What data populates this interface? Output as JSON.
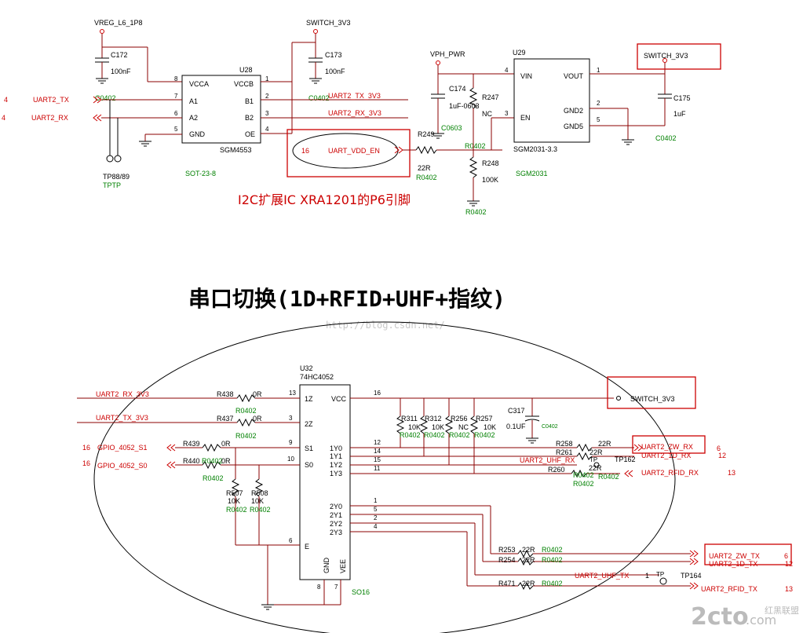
{
  "annotation": "I2C扩展IC XRA1201的P6引脚",
  "title": "串口切换(1D+RFID+UHF+指纹)",
  "watermark": "http://blog.csdn.net/",
  "logo": {
    "mark": "2cto",
    "suffix": ".com",
    "cn": "红黑联盟"
  },
  "top": {
    "nets": {
      "vreg": "VREG_L6_1P8",
      "switch": "SWITCH_3V3",
      "switch_box": "SWITCH_3V3",
      "vph": "VPH_PWR",
      "uart2_tx": "UART2_TX",
      "uart2_rx": "UART2_RX",
      "uart2_tx_3v3": "UART2_TX_3V3",
      "uart2_rx_3v3": "UART2_RX_3V3",
      "uart_vdd_en": "UART_VDD_EN"
    },
    "sheet_refs": {
      "tx": "4",
      "rx": "4",
      "vdd_en": "16"
    },
    "u28": {
      "ref": "U28",
      "part": "SGM4553",
      "pkg": "SOT-23-8",
      "pins_left": [
        {
          "num": "8",
          "name": "VCCA"
        },
        {
          "num": "7",
          "name": "A1"
        },
        {
          "num": "6",
          "name": "A2"
        },
        {
          "num": "5",
          "name": "GND"
        }
      ],
      "pins_right": [
        {
          "num": "1",
          "name": "VCCB"
        },
        {
          "num": "2",
          "name": "B1"
        },
        {
          "num": "3",
          "name": "B2"
        },
        {
          "num": "4",
          "name": "OE"
        }
      ]
    },
    "u29": {
      "ref": "U29",
      "part": "SGM2031-3.3",
      "pkg": "SGM2031",
      "pins_left": [
        {
          "num": "4",
          "name": "VIN"
        },
        {
          "num": "3",
          "name": "EN"
        }
      ],
      "pins_right": [
        {
          "num": "1",
          "name": "VOUT"
        },
        {
          "num": "2",
          "name": "GND2"
        },
        {
          "num": "5",
          "name": "GND5"
        }
      ]
    },
    "c172": {
      "ref": "C172",
      "val": "100nF",
      "pkg": "C0402"
    },
    "c173": {
      "ref": "C173",
      "val": "100nF",
      "pkg": "C0402"
    },
    "c174": {
      "ref": "C174",
      "val": "1uF-0603",
      "pkg": "C0603"
    },
    "c175": {
      "ref": "C175",
      "val": "1uF",
      "pkg": "C0402"
    },
    "r247": {
      "ref": "R247",
      "val": "NC"
    },
    "r248": {
      "ref": "R248",
      "val": "100K",
      "pkg": "R0402"
    },
    "r249": {
      "ref": "R249",
      "val": "22R",
      "pkg": "R0402"
    },
    "r249_right_pkg": "R0402",
    "tp": {
      "ref": "TP88/89",
      "ref_b": "TPTP"
    }
  },
  "bottom": {
    "u32": {
      "ref": "U32",
      "part": "74HC4052",
      "pkg": "SO16",
      "pins_left": [
        {
          "num": "13",
          "name": "1Z"
        },
        {
          "num": "3",
          "name": "2Z"
        },
        {
          "num": "9",
          "name": "S1"
        },
        {
          "num": "10",
          "name": "S0"
        },
        {
          "num": "6",
          "name": "E"
        }
      ],
      "vcc": {
        "num": "16",
        "name": "VCC"
      },
      "pins_right_1": [
        {
          "num": "12",
          "name": "1Y0"
        },
        {
          "num": "14",
          "name": "1Y1"
        },
        {
          "num": "15",
          "name": "1Y2"
        },
        {
          "num": "11",
          "name": "1Y3"
        }
      ],
      "pins_right_2": [
        {
          "num": "1",
          "name": "2Y0"
        },
        {
          "num": "5",
          "name": "2Y1"
        },
        {
          "num": "2",
          "name": "2Y2"
        },
        {
          "num": "4",
          "name": "2Y3"
        }
      ],
      "gnd": {
        "num": "8",
        "name": "GND"
      },
      "vee": {
        "num": "7",
        "name": "VEE"
      }
    },
    "left_nets": {
      "rx3v3": "UART2_RX_3V3",
      "tx3v3": "UART2_TX_3V3",
      "s1": "GPIO_4052_S1",
      "s0": "GPIO_4052_S0",
      "s1_ref": "16",
      "s0_ref": "16"
    },
    "r438": {
      "ref": "R438",
      "val": "0R",
      "pkg": "R0402"
    },
    "r437": {
      "ref": "R437",
      "val": "0R",
      "pkg": "R0402"
    },
    "r439": {
      "ref": "R439",
      "val": "0R"
    },
    "r440": {
      "ref": "R440",
      "over": "R0402",
      "val": "0R",
      "pkg": "R0402"
    },
    "r507": {
      "ref": "R507",
      "val": "10K",
      "pkg": "R0402"
    },
    "r508": {
      "ref": "R508",
      "val": "10K",
      "pkg": "R0402"
    },
    "pullups": [
      {
        "ref": "R311",
        "val": "10K",
        "pkg": "R0402"
      },
      {
        "ref": "R312",
        "val": "10K",
        "pkg": "R0402"
      },
      {
        "ref": "R256",
        "val": "NC",
        "pkg": "R0402"
      },
      {
        "ref": "R257",
        "val": "10K",
        "pkg": "R0402"
      }
    ],
    "c317": {
      "ref": "C317",
      "val": "0.1UF",
      "pkg": "C0402"
    },
    "switch_box": "SWITCH_3V3",
    "rx_side": {
      "r258": {
        "ref": "R258",
        "val": "22R"
      },
      "r261": {
        "ref": "R261",
        "val": "22R"
      },
      "r260": {
        "ref": "R260",
        "val": "22R"
      },
      "pkg1": "R0402",
      "pkg2": "R0402",
      "pkg3": "R0402",
      "tp_mark": "TP",
      "tp_ref": "TP162",
      "net_zw_rx": "UART2_ZW_RX",
      "net_1d_rx": "UART2_1D_RX",
      "net_uhf_rx": "UART2_UHF_RX",
      "net_rfid_rx": "UART2_RFID_RX",
      "ref_zw": "6",
      "ref_1d": "12",
      "ref_rfid": "13"
    },
    "tx_side": {
      "r253": {
        "ref": "R253",
        "val": "22R",
        "pkg": "R0402"
      },
      "r254": {
        "ref": "R254",
        "val": "22R",
        "pkg": "R0402"
      },
      "r471": {
        "ref": "R471",
        "val": "22R",
        "pkg": "R0402"
      },
      "net_zw_tx": "UART2_ZW_TX",
      "net_1d_tx": "UART2_1D_TX",
      "net_uhf_tx": "UART2_UHF_TX",
      "net_rfid_tx": "UART2_RFID_TX",
      "ref_zw": "6",
      "ref_1d": "12",
      "ref_uhf": "1",
      "ref_rfid": "13",
      "tp_mark": "TP",
      "tp_ref": "TP164"
    }
  }
}
